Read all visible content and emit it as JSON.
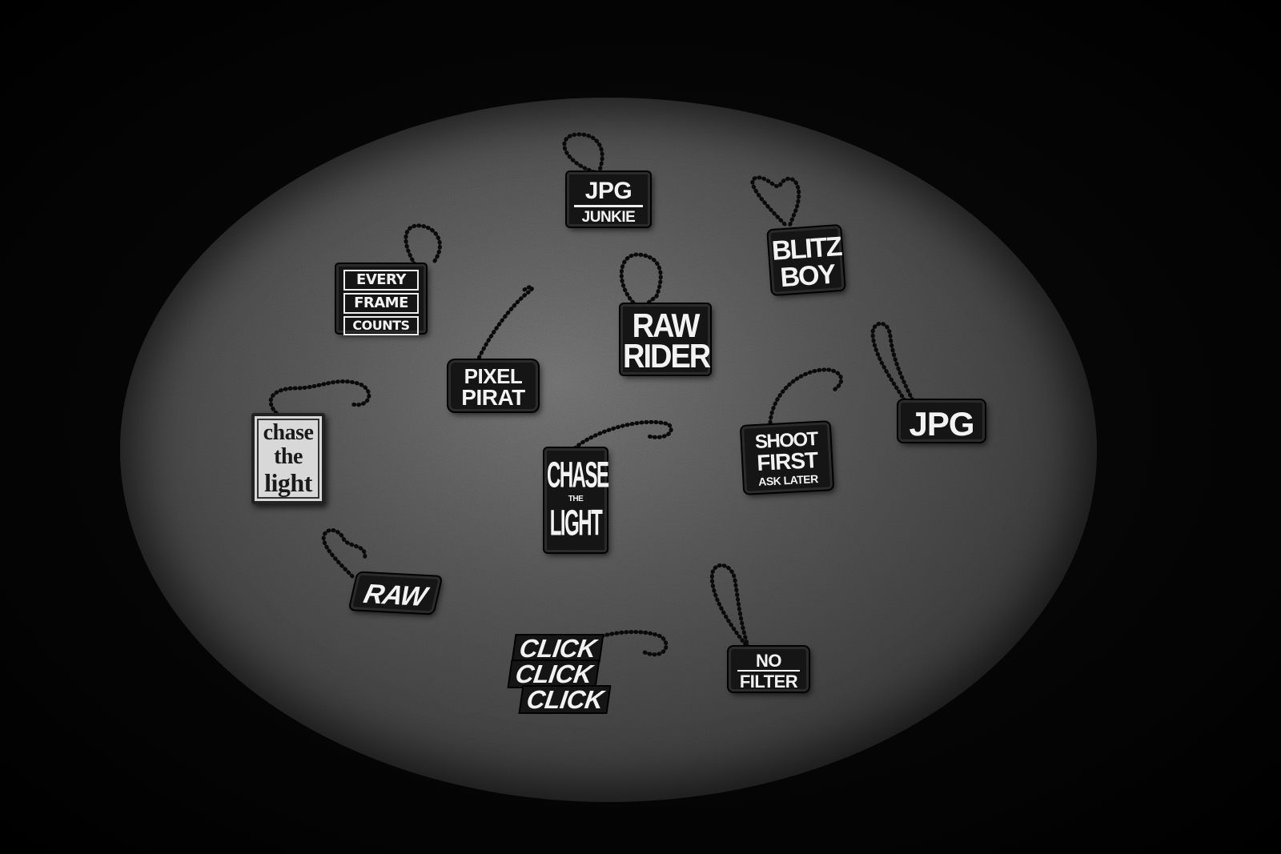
{
  "keychains": [
    {
      "id": "jpg-junkie",
      "lines": [
        "JPG",
        "JUNKIE"
      ]
    },
    {
      "id": "every-frame-counts",
      "lines": [
        "EVERY",
        "FRAME",
        "COUNTS"
      ]
    },
    {
      "id": "blitz-boy",
      "lines": [
        "BLITZ",
        "BOY"
      ]
    },
    {
      "id": "raw-rider",
      "lines": [
        "RAW",
        "RIDER"
      ]
    },
    {
      "id": "pixel-pirat",
      "lines": [
        "PIXEL",
        "PIRAT"
      ]
    },
    {
      "id": "jpg",
      "lines": [
        "JPG"
      ]
    },
    {
      "id": "chase-the-light-serif",
      "lines": [
        "chase",
        "the",
        "light"
      ]
    },
    {
      "id": "chase-the-light-block",
      "lines": [
        "CHASE",
        "THE",
        "LIGHT"
      ]
    },
    {
      "id": "shoot-first",
      "lines": [
        "SHOOT",
        "FIRST",
        "ASK LATER"
      ]
    },
    {
      "id": "raw",
      "lines": [
        "RAW"
      ]
    },
    {
      "id": "click-click-click",
      "lines": [
        "CLICK",
        "CLICK",
        "CLICK"
      ]
    },
    {
      "id": "no-filter",
      "lines": [
        "NO",
        "FILTER"
      ]
    }
  ]
}
